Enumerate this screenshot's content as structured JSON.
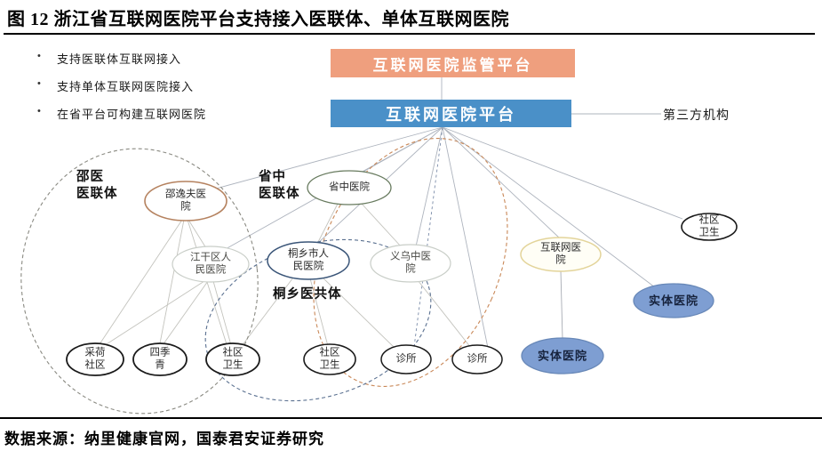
{
  "title": "图 12 浙江省互联网医院平台支持接入医联体、单体互联网医院",
  "bullets": [
    "支持医联体互联网接入",
    "支持单体互联网医院接入",
    "在省平台可构建互联网医院"
  ],
  "platform": {
    "supervision_label": "互联网医院监管平台",
    "platform_label": "互联网医院平台",
    "third_party_label": "第三方机构"
  },
  "clusters": [
    {
      "id": "shaoyi-consortium",
      "label": "邵医\n医联体"
    },
    {
      "id": "shengzhong-consortium",
      "label": "省中\n医联体"
    },
    {
      "id": "tongxiang-community",
      "label": "桐乡医共体"
    }
  ],
  "nodes": [
    {
      "id": "shaoyifu-hospital",
      "label": "邵逸夫医\n院"
    },
    {
      "id": "shengzhong-hospital",
      "label": "省中医院"
    },
    {
      "id": "jianggan-hospital",
      "label": "江干区人\n民医院"
    },
    {
      "id": "tongxiang-hospital",
      "label": "桐乡市人\n民医院"
    },
    {
      "id": "yiwu-tcm-hospital",
      "label": "义乌中医\n院"
    },
    {
      "id": "internet-hospital",
      "label": "互联网医\n院"
    },
    {
      "id": "community-health-topright",
      "label": "社区\n卫生"
    },
    {
      "id": "entity-hospital-right",
      "label": "实体医院"
    },
    {
      "id": "entity-hospital-bottom",
      "label": "实体医院"
    },
    {
      "id": "caihe-community",
      "label": "采荷\n社区"
    },
    {
      "id": "sijiqing",
      "label": "四季\n青"
    },
    {
      "id": "community-health-1",
      "label": "社区\n卫生"
    },
    {
      "id": "community-health-2",
      "label": "社区\n卫生"
    },
    {
      "id": "clinic-1",
      "label": "诊所"
    },
    {
      "id": "clinic-2",
      "label": "诊所"
    }
  ],
  "source": "数据来源：纳里健康官网，国泰君安证券研究",
  "colors": {
    "supervision_box": "#EF9F7E",
    "platform_box": "#4A90C8",
    "entity_node_fill": "#7E9ED2",
    "entity_node_stroke": "#6888B8",
    "internet_node_stroke": "#E3D49A",
    "shaoyifu_stroke": "#B5825F",
    "shengzhong_stroke": "#677A5E",
    "tongxiang_node_stroke": "#3A5578",
    "light_node_stroke": "#C9CEC8",
    "dark_node_stroke": "#1A1A1A",
    "connector": "#AEB4BE",
    "cluster_left_stroke": "#8A8A82",
    "cluster_mid_stroke": "#C98858",
    "cluster_tongxiang_stroke": "#5A7090"
  }
}
